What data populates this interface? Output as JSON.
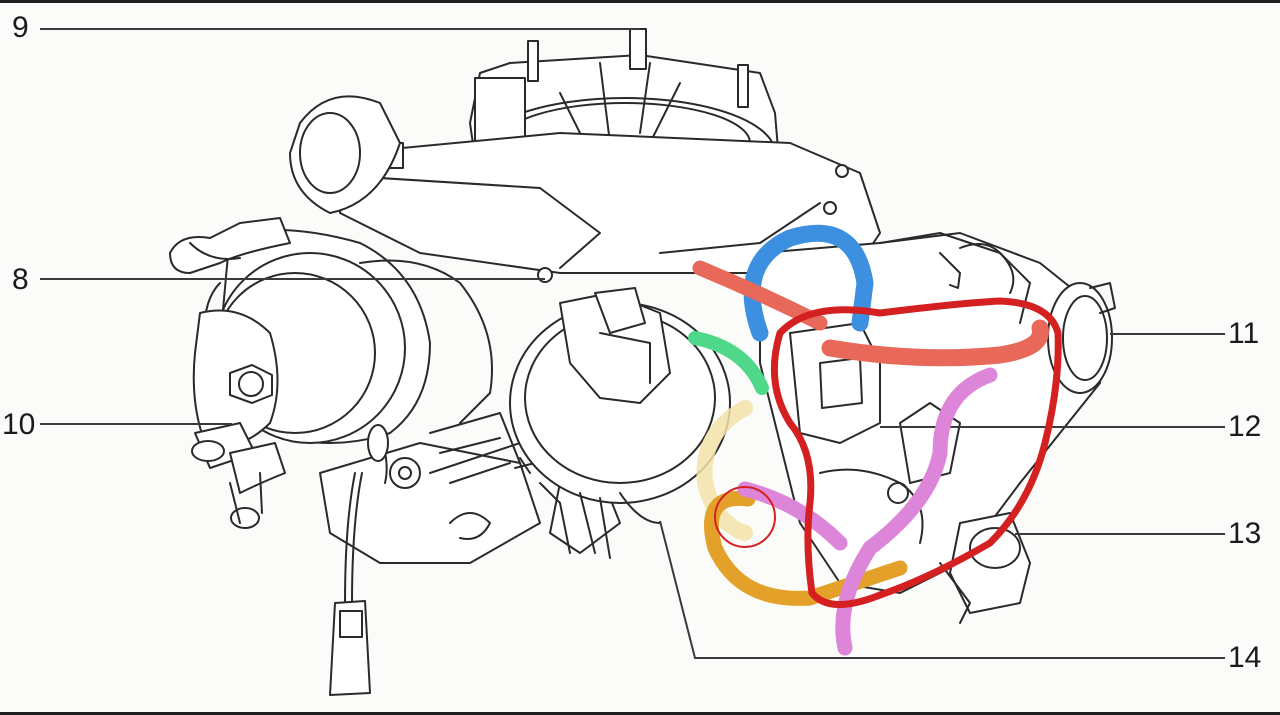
{
  "callouts": {
    "c9": "9",
    "c8": "8",
    "c10": "10",
    "c11": "11",
    "c12": "12",
    "c13": "13",
    "c14": "14"
  },
  "colors": {
    "line_art": "#2a2a2a",
    "paper": "#fbfbfa",
    "hose_blue": "#3d8fe0",
    "hose_salmon": "#e8685a",
    "hose_green": "#4fd88a",
    "hose_pink": "#dd85d8",
    "hose_orange": "#e3a12a",
    "hose_faint_yellow": "#f2e2a8",
    "marker_red": "#d42020"
  },
  "annotations": {
    "hoses": [
      "blue",
      "salmon",
      "green",
      "pink",
      "orange"
    ],
    "red_outline": "freehand loop",
    "red_circle": "small circle"
  }
}
